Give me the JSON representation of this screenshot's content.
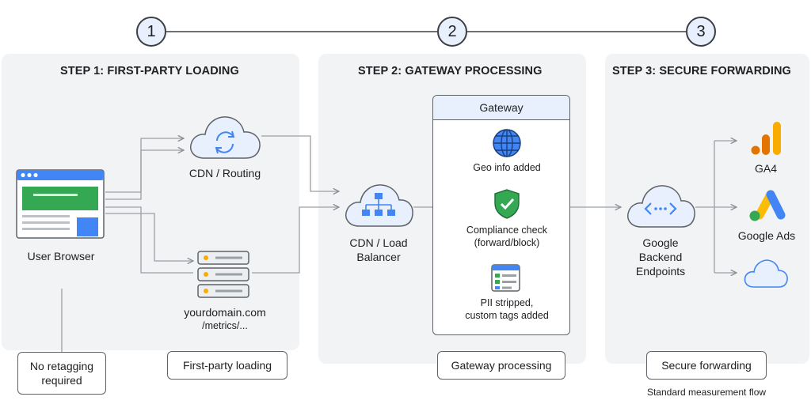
{
  "steps": [
    {
      "number": "1",
      "title": "STEP 1: FIRST-PARTY LOADING",
      "caption": "First-party loading"
    },
    {
      "number": "2",
      "title": "STEP 2: GATEWAY PROCESSING",
      "caption": "Gateway processing"
    },
    {
      "number": "3",
      "title": "STEP 3: SECURE FORWARDING",
      "caption": "Secure forwarding"
    }
  ],
  "step1": {
    "browser_label": "User Browser",
    "cdn_label": "CDN / Routing",
    "server_label_line1": "yourdomain.com",
    "server_label_line2": "/metrics/...",
    "note_line1": "No retagging",
    "note_line2": "required"
  },
  "step2": {
    "cdn_label_line1": "CDN / Load",
    "cdn_label_line2": "Balancer",
    "gateway_title": "Gateway",
    "geo_label": "Geo info added",
    "compliance_line1": "Compliance check",
    "compliance_line2": "(forward/block)",
    "pii_line1": "PII stripped,",
    "pii_line2": "custom tags added"
  },
  "step3": {
    "endpoint_line1": "Google",
    "endpoint_line2": "Backend",
    "endpoint_line3": "Endpoints",
    "ga4_label": "GA4",
    "ads_label": "Google Ads",
    "footer_note": "Standard measurement flow"
  },
  "colors": {
    "panel": "#f2f3f4",
    "cloud_fill": "#e8f0fe",
    "cloud_stroke": "#5f6368",
    "blue": "#4285f4",
    "green": "#34a853",
    "yellow": "#fbbc04",
    "orange": "#f9ab00",
    "line": "#9aa0a6"
  }
}
